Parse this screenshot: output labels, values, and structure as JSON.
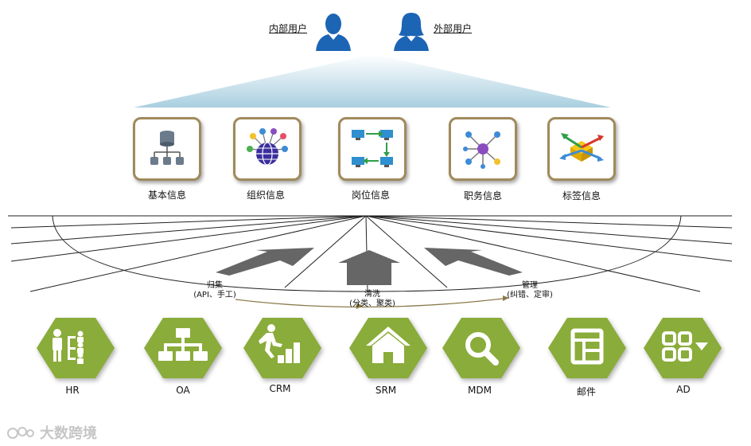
{
  "users": {
    "internal": {
      "label": "内部用户",
      "icon": "male-user-icon"
    },
    "external": {
      "label": "外部用户",
      "icon": "female-user-icon"
    }
  },
  "cards": [
    {
      "label": "基本信息",
      "icon": "database-tree-icon"
    },
    {
      "label": "组织信息",
      "icon": "network-globe-icon"
    },
    {
      "label": "岗位信息",
      "icon": "server-flow-icon"
    },
    {
      "label": "职务信息",
      "icon": "node-network-icon"
    },
    {
      "label": "标签信息",
      "icon": "tag-arrows-icon"
    }
  ],
  "process": [
    {
      "title": "归集",
      "detail": "(API、手工)"
    },
    {
      "title": "清洗",
      "detail": "(分类、聚类)"
    },
    {
      "title": "管理",
      "detail": "(纠错、定审)"
    }
  ],
  "systems": [
    {
      "label": "HR",
      "icon": "org-people-icon"
    },
    {
      "label": "OA",
      "icon": "org-chart-icon"
    },
    {
      "label": "CRM",
      "icon": "climbing-stairs-icon"
    },
    {
      "label": "SRM",
      "icon": "house-icon"
    },
    {
      "label": "MDM",
      "icon": "magnifier-icon"
    },
    {
      "label": "邮件",
      "icon": "layout-icon"
    },
    {
      "label": "AD",
      "icon": "grid-dropdown-icon"
    }
  ],
  "watermark": "大数跨境",
  "colors": {
    "user_blue": "#1c64b4",
    "hex_green": "#8aac3a",
    "card_border": "#a08a5c",
    "arrow_gray": "#666666",
    "flow_brown": "#8b7a4a"
  }
}
